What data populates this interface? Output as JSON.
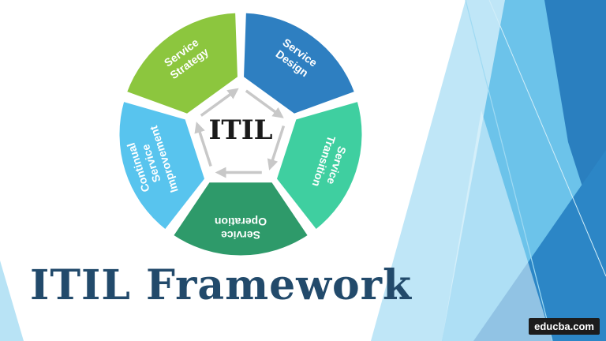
{
  "title": "ITIL Framework",
  "center_label": "ITIL",
  "watermark": "educba.com",
  "colors": {
    "strategy": "#8cc63e",
    "design": "#2e7fc1",
    "transition": "#3fcfa0",
    "operation": "#2e9a6a",
    "improvement": "#58c4ee",
    "title": "#224a6b",
    "arrow": "#c8c8c8",
    "triangle_dark": "#1f7cc0",
    "triangle_mid": "#3aa6dc",
    "triangle_light": "#8fd3f1"
  },
  "segments": [
    {
      "id": "service-strategy",
      "lines": [
        "Service",
        "Strategy"
      ],
      "color": "#8cc63e"
    },
    {
      "id": "service-design",
      "lines": [
        "Service",
        "Design"
      ],
      "color": "#2e7fc1"
    },
    {
      "id": "service-transition",
      "lines": [
        "Service",
        "Transition"
      ],
      "color": "#3fcfa0"
    },
    {
      "id": "service-operation",
      "lines": [
        "Service",
        "Operation"
      ],
      "color": "#2e9a6a"
    },
    {
      "id": "continual-service-improvement",
      "lines": [
        "Continual",
        "Service",
        "Improvement"
      ],
      "color": "#58c4ee"
    }
  ]
}
